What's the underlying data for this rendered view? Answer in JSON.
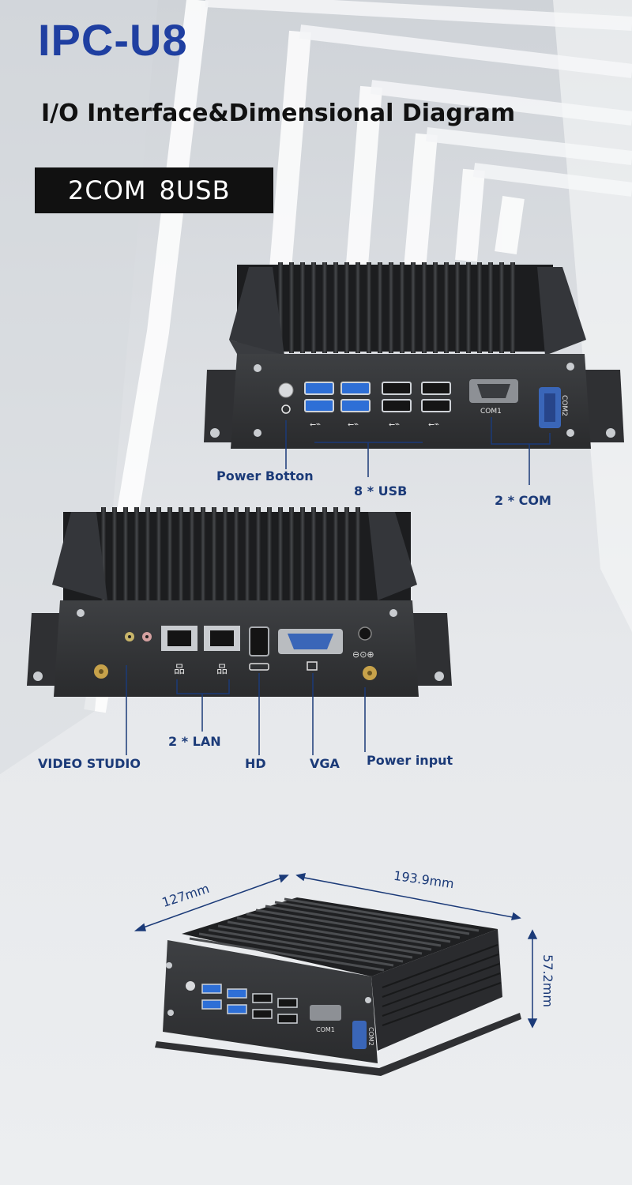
{
  "header": {
    "title": "IPC-U8",
    "subtitle": "I/O Interface&Dimensional Diagram",
    "badge_com": "2COM",
    "badge_usb": "8USB"
  },
  "front_panel": {
    "com1_text": "COM1",
    "com2_text": "COM2",
    "labels": {
      "power_button": "Power Botton",
      "usb": "8 * USB",
      "com": "2 * COM"
    }
  },
  "rear_panel": {
    "labels": {
      "video_studio": "VIDEO STUDIO",
      "lan": "2 * LAN",
      "hd": "HD",
      "vga": "VGA",
      "power_input": "Power input"
    }
  },
  "dimensions": {
    "depth": "127mm",
    "width": "193.9mm",
    "height": "57.2mm"
  },
  "colors": {
    "title": "#1f3fa1",
    "label": "#1b3a78",
    "usb3_port": "#2e6fd6",
    "com_port": "#3a66b8"
  }
}
